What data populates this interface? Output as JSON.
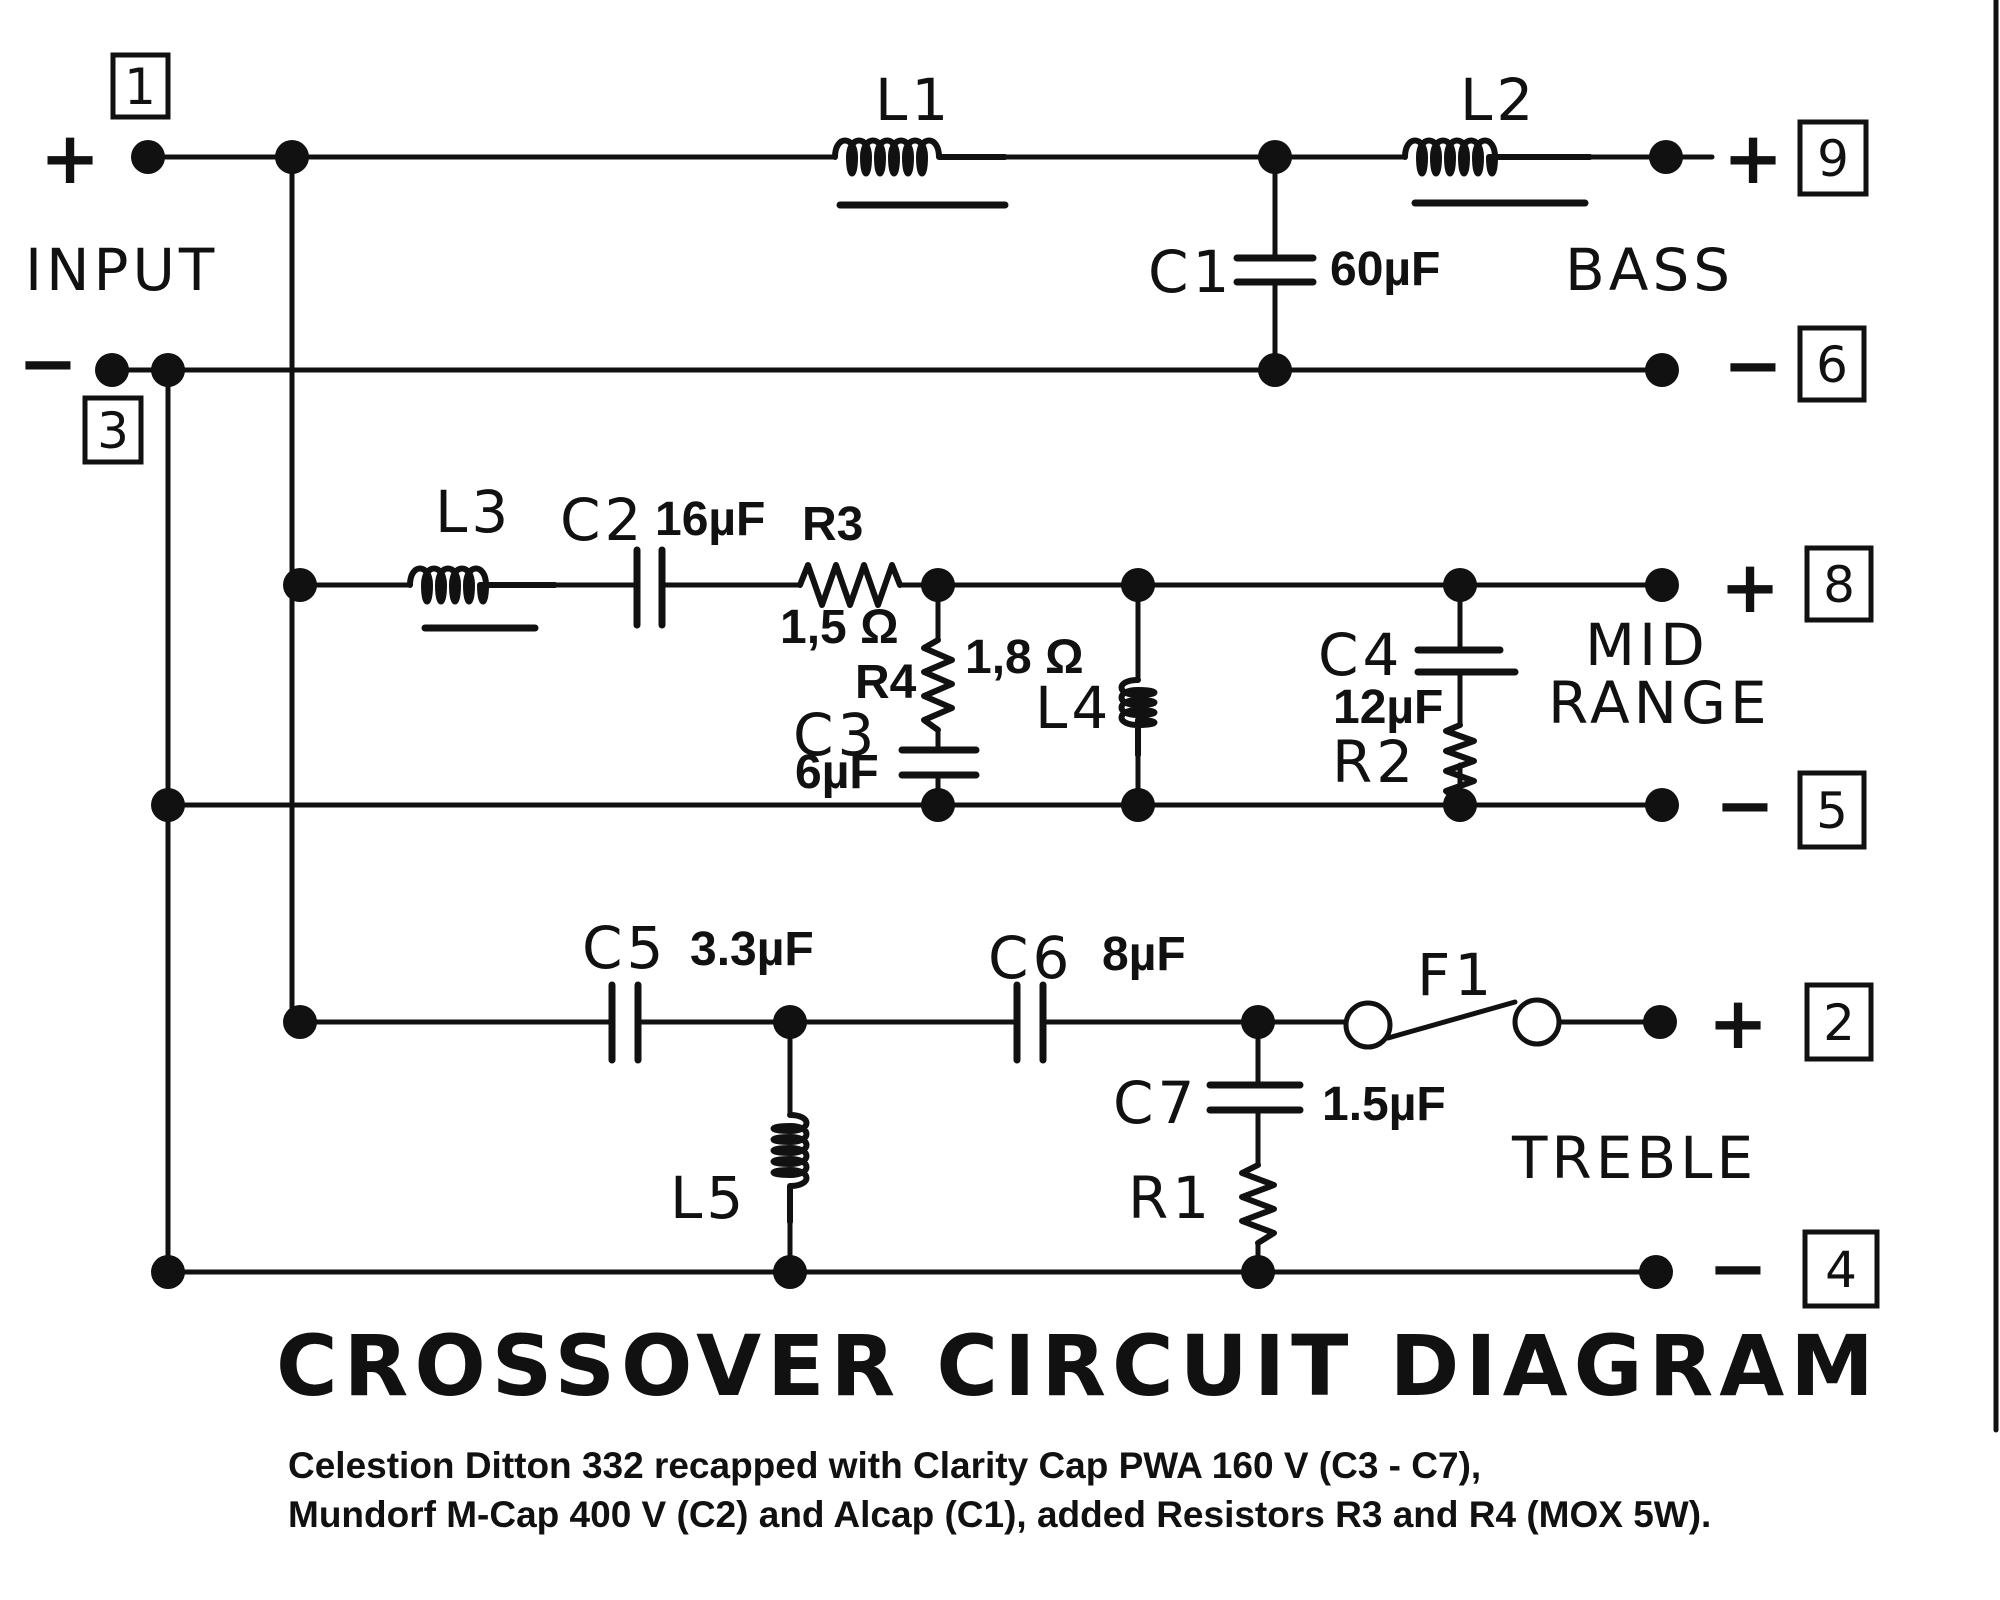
{
  "title": "CROSSOVER CIRCUIT DIAGRAM",
  "note": {
    "line1": "Celestion Ditton 332 recapped with Clarity Cap PWA 160 V (C3 - C7),",
    "line2": "Mundorf M-Cap 400 V (C2) and Alcap (C1), added Resistors R3 and R4 (MOX 5W)."
  },
  "sections": {
    "input": "INPUT",
    "bass": "BASS",
    "mid1": "MID",
    "mid2": "RANGE",
    "treble": "TREBLE"
  },
  "terminals": {
    "t1": "1",
    "t3": "3",
    "t9": "9",
    "t6": "6",
    "t8": "8",
    "t5": "5",
    "t2": "2",
    "t4": "4"
  },
  "signs": {
    "in_plus": "+",
    "in_minus": "−",
    "bass_plus": "+",
    "bass_minus": "−",
    "mid_plus": "+",
    "mid_minus": "−",
    "treble_plus": "+",
    "treble_minus": "−"
  },
  "components": {
    "L1": "L1",
    "L2": "L2",
    "L3": "L3",
    "L4": "L4",
    "L5": "L5",
    "C1": "C1",
    "C2": "C2",
    "C3": "C3",
    "C4": "C4",
    "C5": "C5",
    "C6": "C6",
    "C7": "C7",
    "R1": "R1",
    "R2": "R2",
    "R3": "R3",
    "R4": "R4",
    "F1": "F1"
  },
  "values": {
    "C1": "60µF",
    "C2": "16µF",
    "R3": "1,5 Ω",
    "R4": "1,8 Ω",
    "C3": "6µF",
    "C4": "12µF",
    "C5": "3.3µF",
    "C6": "8µF",
    "C7": "1.5µF"
  }
}
